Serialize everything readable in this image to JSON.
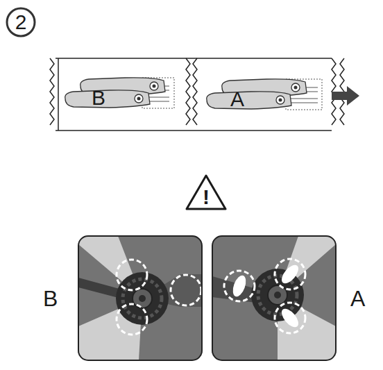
{
  "diagram": {
    "nodes": [
      {
        "text": [
          "2"
        ]
      },
      {
        "text": [
          "B"
        ]
      },
      {
        "text": [
          "A"
        ]
      },
      {
        "text": [
          "!"
        ]
      }
    ],
    "labels": [
      "B",
      "A"
    ]
  }
}
